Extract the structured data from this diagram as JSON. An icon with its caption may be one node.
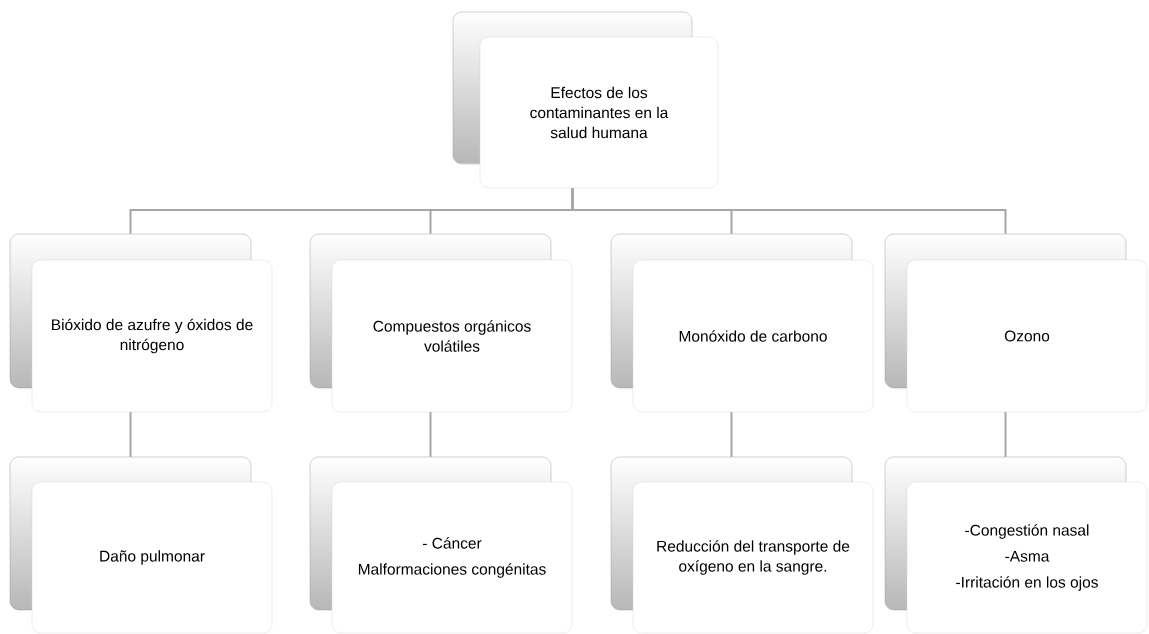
{
  "diagram": {
    "nodes": [
      {
        "text": [
          "Efectos de los contaminantes en la salud humana"
        ]
      },
      {
        "text": [
          "Bióxido de azufre y óxidos de nitrógeno"
        ]
      },
      {
        "text": [
          "Compuestos orgánicos volátiles"
        ]
      },
      {
        "text": [
          "Monóxido de carbono"
        ]
      },
      {
        "text": [
          "Ozono"
        ]
      },
      {
        "text": [
          "Daño pulmonar"
        ]
      },
      {
        "text": [
          "- Cáncer",
          "Malformaciones congénitas"
        ]
      },
      {
        "text": [
          "Reducción del transporte de oxígeno en la sangre."
        ]
      },
      {
        "text": [
          "-Congestión nasal",
          "-Asma",
          "-Irritación en los ojos"
        ]
      }
    ],
    "edges": [
      {
        "from": 0,
        "to": 1,
        "arrow": "none"
      },
      {
        "from": 0,
        "to": 2,
        "arrow": "none"
      },
      {
        "from": 0,
        "to": 3,
        "arrow": "none"
      },
      {
        "from": 0,
        "to": 4,
        "arrow": "none"
      },
      {
        "from": 1,
        "to": 5,
        "arrow": "none"
      },
      {
        "from": 2,
        "to": 6,
        "arrow": "none"
      },
      {
        "from": 3,
        "to": 7,
        "arrow": "none"
      },
      {
        "from": 4,
        "to": 8,
        "arrow": "none"
      }
    ]
  }
}
